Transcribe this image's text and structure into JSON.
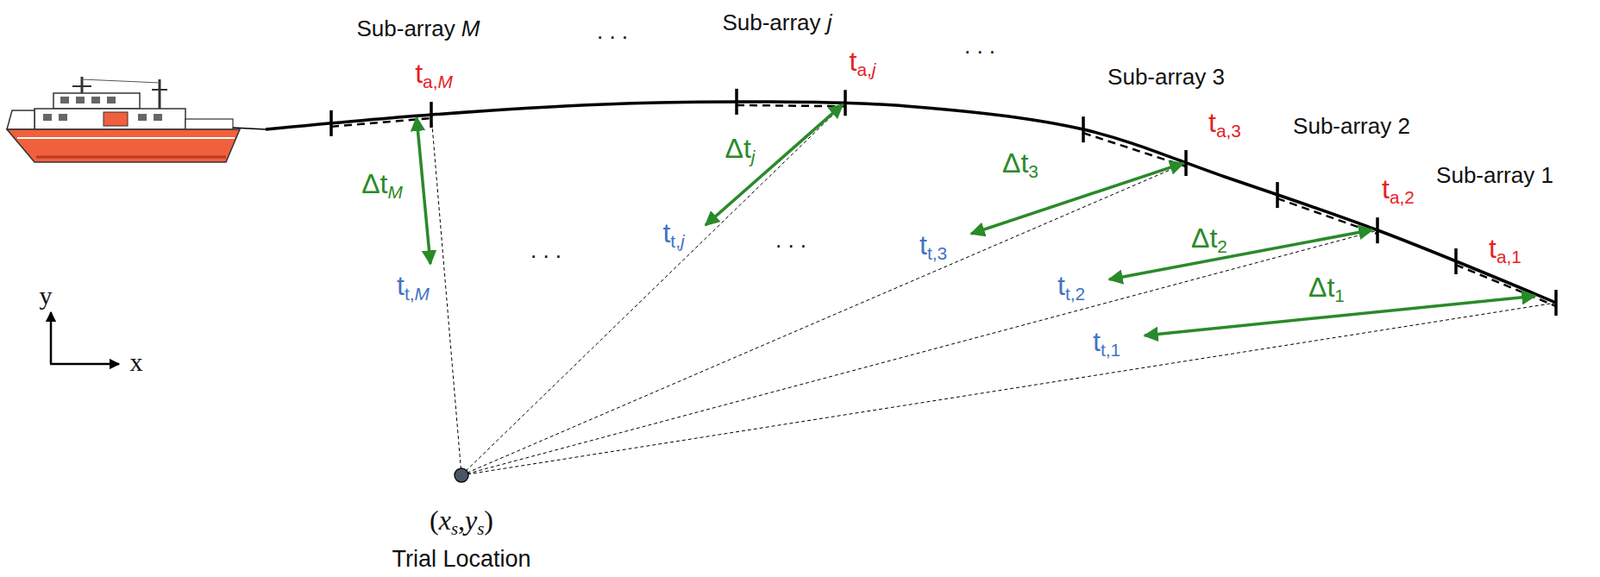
{
  "diagram": {
    "labels": [
      "Sub-array M",
      ". . .",
      "Sub-array j",
      ". . .",
      "Sub-array 3",
      "Sub-array 2",
      "Sub-array 1",
      "ta,M",
      "ta,j",
      "ta,3",
      "ta,2",
      "ta,1",
      "ΔtM",
      "Δtj",
      "Δt3",
      "Δt2",
      "Δt1",
      "tt,M",
      "tt,j",
      "tt,3",
      "tt,2",
      "tt,1",
      ". . .",
      ". . .",
      "y",
      "x",
      "(xs,ys)",
      "Trial Location"
    ]
  }
}
